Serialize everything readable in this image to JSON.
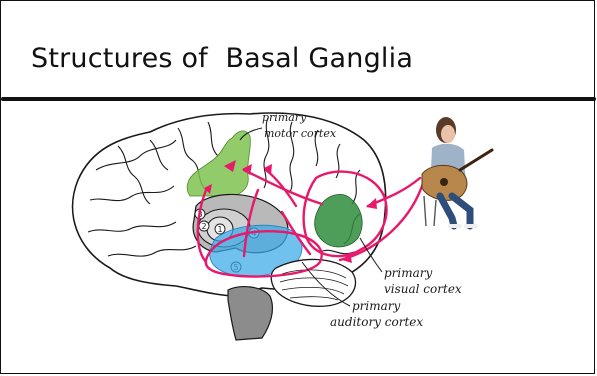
{
  "slide": {
    "title": "Structures of  Basal Ganglia"
  },
  "diagram": {
    "labels": {
      "motor": [
        "primary",
        "motor cortex"
      ],
      "visual": [
        "primary",
        "visual cortex"
      ],
      "auditory": [
        "primary",
        "auditory cortex"
      ]
    },
    "structure_numbers": [
      "1",
      "2",
      "3",
      "4",
      "5"
    ],
    "colors": {
      "motor_region": "#7fc24f",
      "visual_region": "#2f8c3c",
      "auditory_region": "#39a9e8",
      "arrows": "#e8186b",
      "outline": "#1a1a1a",
      "brainstem": "#8c8c8c"
    }
  }
}
